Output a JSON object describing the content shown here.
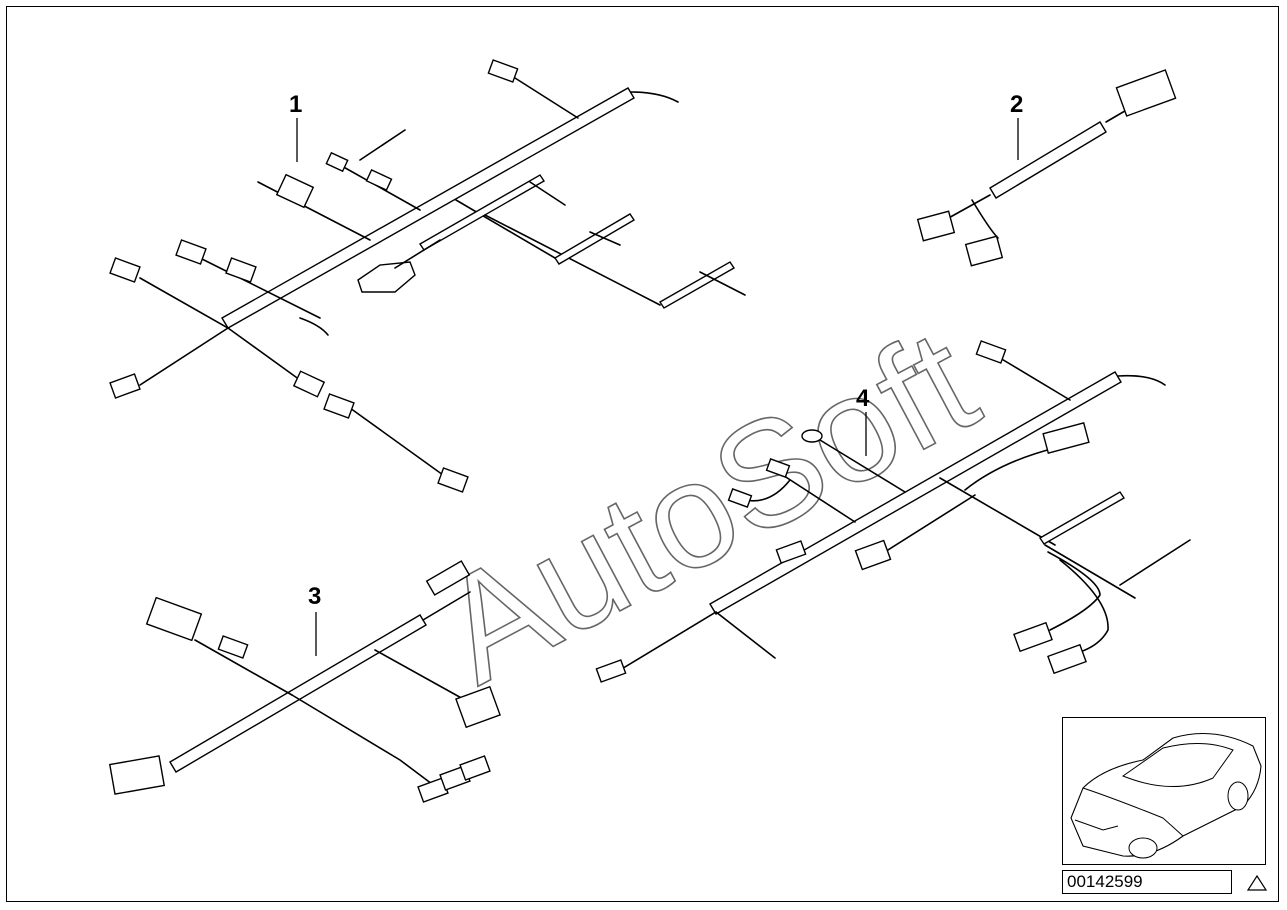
{
  "diagram": {
    "callouts": [
      {
        "id": "1",
        "label": "1"
      },
      {
        "id": "2",
        "label": "2"
      },
      {
        "id": "3",
        "label": "3"
      },
      {
        "id": "4",
        "label": "4"
      }
    ],
    "watermark": "AutoSoft",
    "part_number": "00142599",
    "icons": [
      "car-thumbnail-icon",
      "warning-triangle-icon"
    ],
    "colors": {
      "line": "#000000",
      "watermark": "#666666",
      "background": "#ffffff"
    }
  }
}
